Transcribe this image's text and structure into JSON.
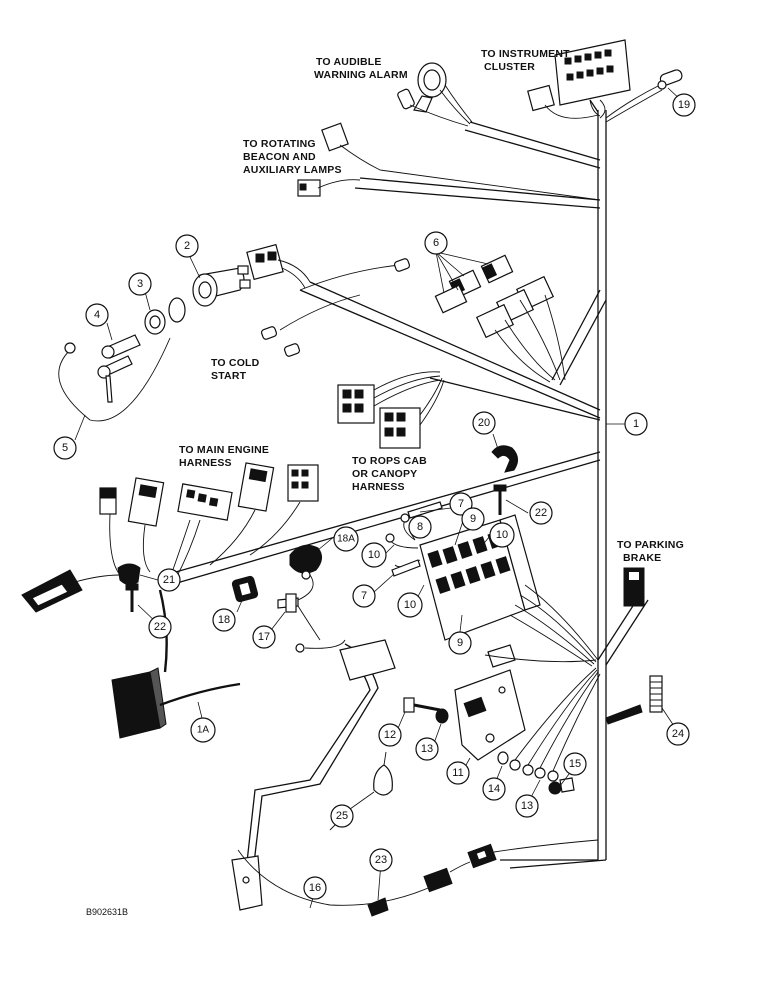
{
  "labels": {
    "audible_alarm": [
      "TO AUDIBLE",
      "WARNING ALARM"
    ],
    "instrument_cluster": [
      "TO INSTRUMENT",
      "CLUSTER"
    ],
    "rotating_beacon": [
      "TO ROTATING",
      "BEACON AND",
      "AUXILIARY LAMPS"
    ],
    "cold_start": [
      "TO COLD",
      "START"
    ],
    "main_engine": [
      "TO MAIN ENGINE",
      "HARNESS"
    ],
    "rops_cab": [
      "TO ROPS CAB",
      "OR CANOPY",
      "HARNESS"
    ],
    "parking_brake": [
      "TO PARKING",
      "BRAKE"
    ]
  },
  "callouts": [
    "1",
    "1A",
    "2",
    "3",
    "4",
    "5",
    "6",
    "7",
    "7",
    "8",
    "9",
    "9",
    "10",
    "10",
    "10",
    "11",
    "12",
    "13",
    "13",
    "14",
    "15",
    "16",
    "17",
    "18",
    "18A",
    "19",
    "20",
    "21",
    "22",
    "22",
    "23",
    "24",
    "25"
  ],
  "figure_code": "B902631B"
}
